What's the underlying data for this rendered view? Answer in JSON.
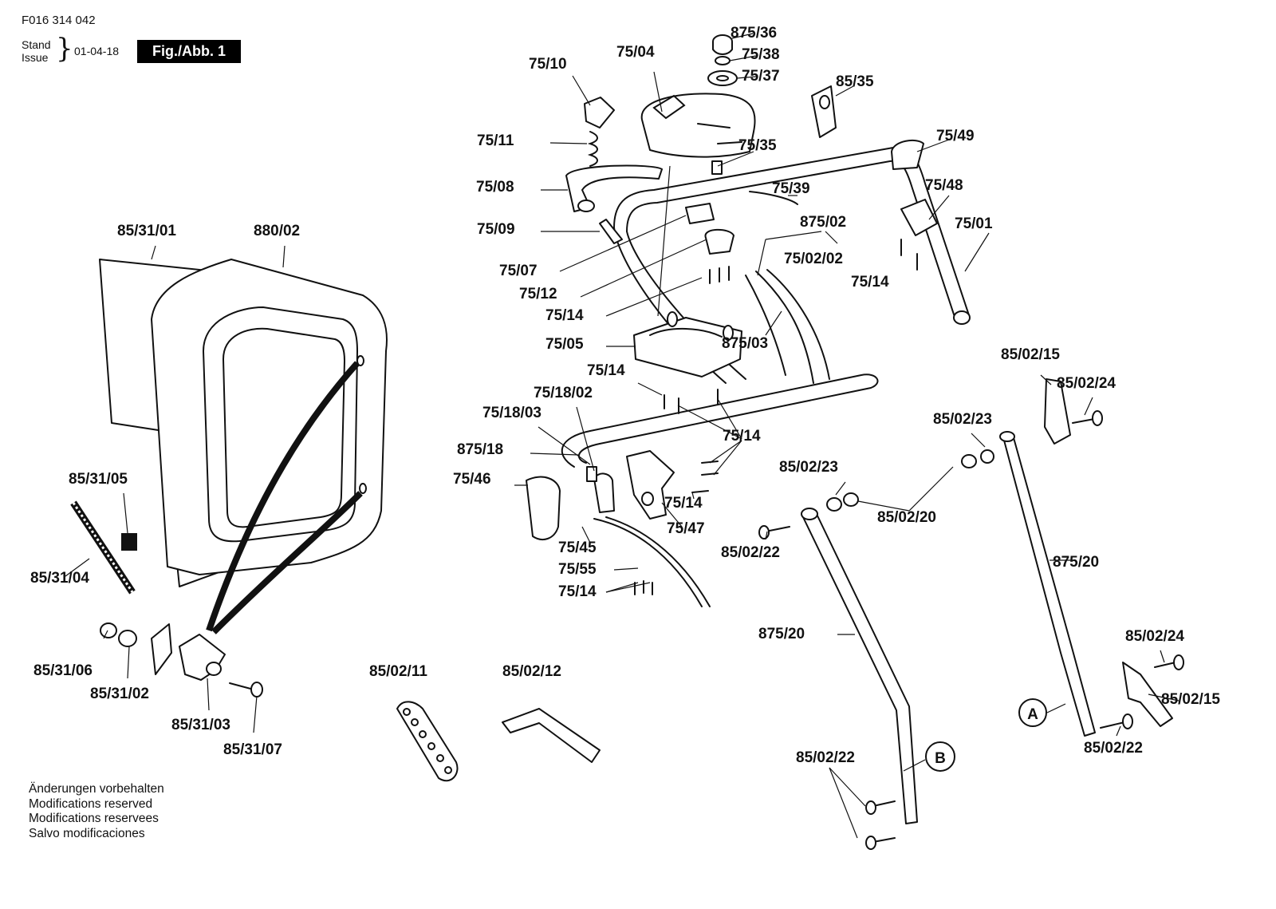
{
  "header": {
    "doc_code": "F016 314 042",
    "stand_label": "Stand",
    "issue_label": "Issue",
    "date": "01-04-18",
    "figure_label": "Fig./Abb. 1"
  },
  "notes": [
    "Änderungen vorbehalten",
    "Modifications reserved",
    "Modifications reservees",
    "Salvo modificaciones"
  ],
  "markers": {
    "a": "A",
    "b": "B"
  },
  "parts": {
    "p875_36": "875/36",
    "p75_38": "75/38",
    "p75_37": "75/37",
    "p75_04": "75/04",
    "p75_10": "75/10",
    "p85_35": "85/35",
    "p75_11": "75/11",
    "p75_35": "75/35",
    "p75_49": "75/49",
    "p75_08": "75/08",
    "p75_39": "75/39",
    "p75_48": "75/48",
    "p75_09": "75/09",
    "p875_02": "875/02",
    "p75_01": "75/01",
    "p75_02_02": "75/02/02",
    "p75_07": "75/07",
    "p75_14_a": "75/14",
    "p75_12": "75/12",
    "p75_14_b": "75/14",
    "p75_05": "75/05",
    "p875_03": "875/03",
    "p75_14_c": "75/14",
    "p75_18_02": "75/18/02",
    "p75_18_03": "75/18/03",
    "p75_14_d": "75/14",
    "p875_18": "875/18",
    "p75_46": "75/46",
    "p75_14_e": "75/14",
    "p75_47": "75/47",
    "p75_45": "75/45",
    "p75_55": "75/55",
    "p75_14_f": "75/14",
    "p85_31_01": "85/31/01",
    "p880_02": "880/02",
    "p85_31_05": "85/31/05",
    "p85_31_04": "85/31/04",
    "p85_31_06": "85/31/06",
    "p85_31_02": "85/31/02",
    "p85_31_03": "85/31/03",
    "p85_31_07": "85/31/07",
    "p85_02_11": "85/02/11",
    "p85_02_12": "85/02/12",
    "p85_02_15_a": "85/02/15",
    "p85_02_24_a": "85/02/24",
    "p85_02_23_a": "85/02/23",
    "p85_02_23_b": "85/02/23",
    "p85_02_20": "85/02/20",
    "p85_02_22_a": "85/02/22",
    "p875_20_a": "875/20",
    "p875_20_b": "875/20",
    "p85_02_24_b": "85/02/24",
    "p85_02_15_b": "85/02/15",
    "p85_02_22_b": "85/02/22",
    "p85_02_22_c": "85/02/22"
  }
}
